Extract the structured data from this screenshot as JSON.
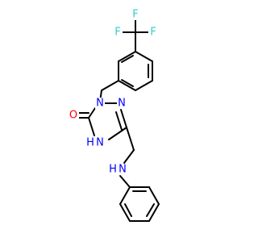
{
  "molecule": {
    "atoms": {
      "fluorine_1": "F",
      "fluorine_2": "F",
      "fluorine_3": "F",
      "oxygen": "O",
      "ring_nitrogen_1": "N",
      "ring_nitrogen_2": "N",
      "ring_nh": "H",
      "ring_nh_n": "N",
      "amine_h": "H",
      "amine_n": "N"
    },
    "colors": {
      "bond": "#000000",
      "fluorine": "#33cccc",
      "oxygen": "#ff0000",
      "nitrogen": "#0000ff"
    }
  }
}
